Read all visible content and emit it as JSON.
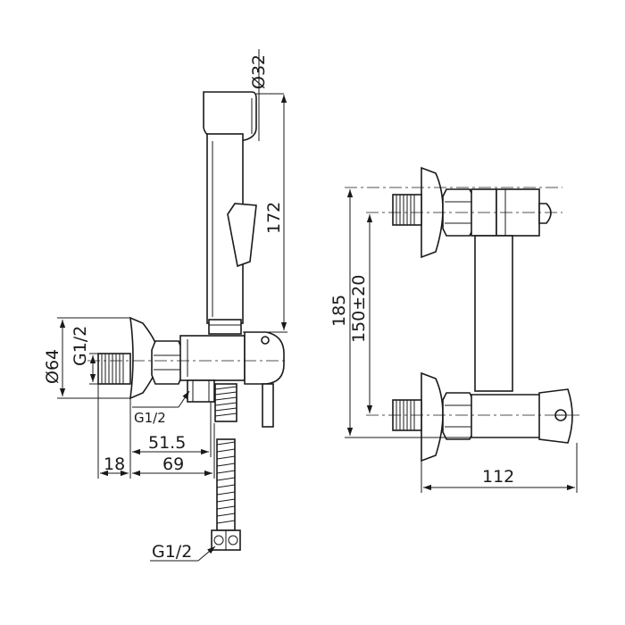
{
  "drawing": {
    "dimensions": {
      "diameter_32": "Ø32",
      "length_172": "172",
      "diameter_64": "Ø64",
      "thread_g12_inlet": "G1/2",
      "thread_g12_outlet": "G1/2",
      "thread_g12_hose_end": "G1/2",
      "length_51_5": "51.5",
      "length_18": "18",
      "length_69": "69",
      "height_185": "185",
      "spacing_150": "150±20",
      "width_112": "112"
    }
  }
}
